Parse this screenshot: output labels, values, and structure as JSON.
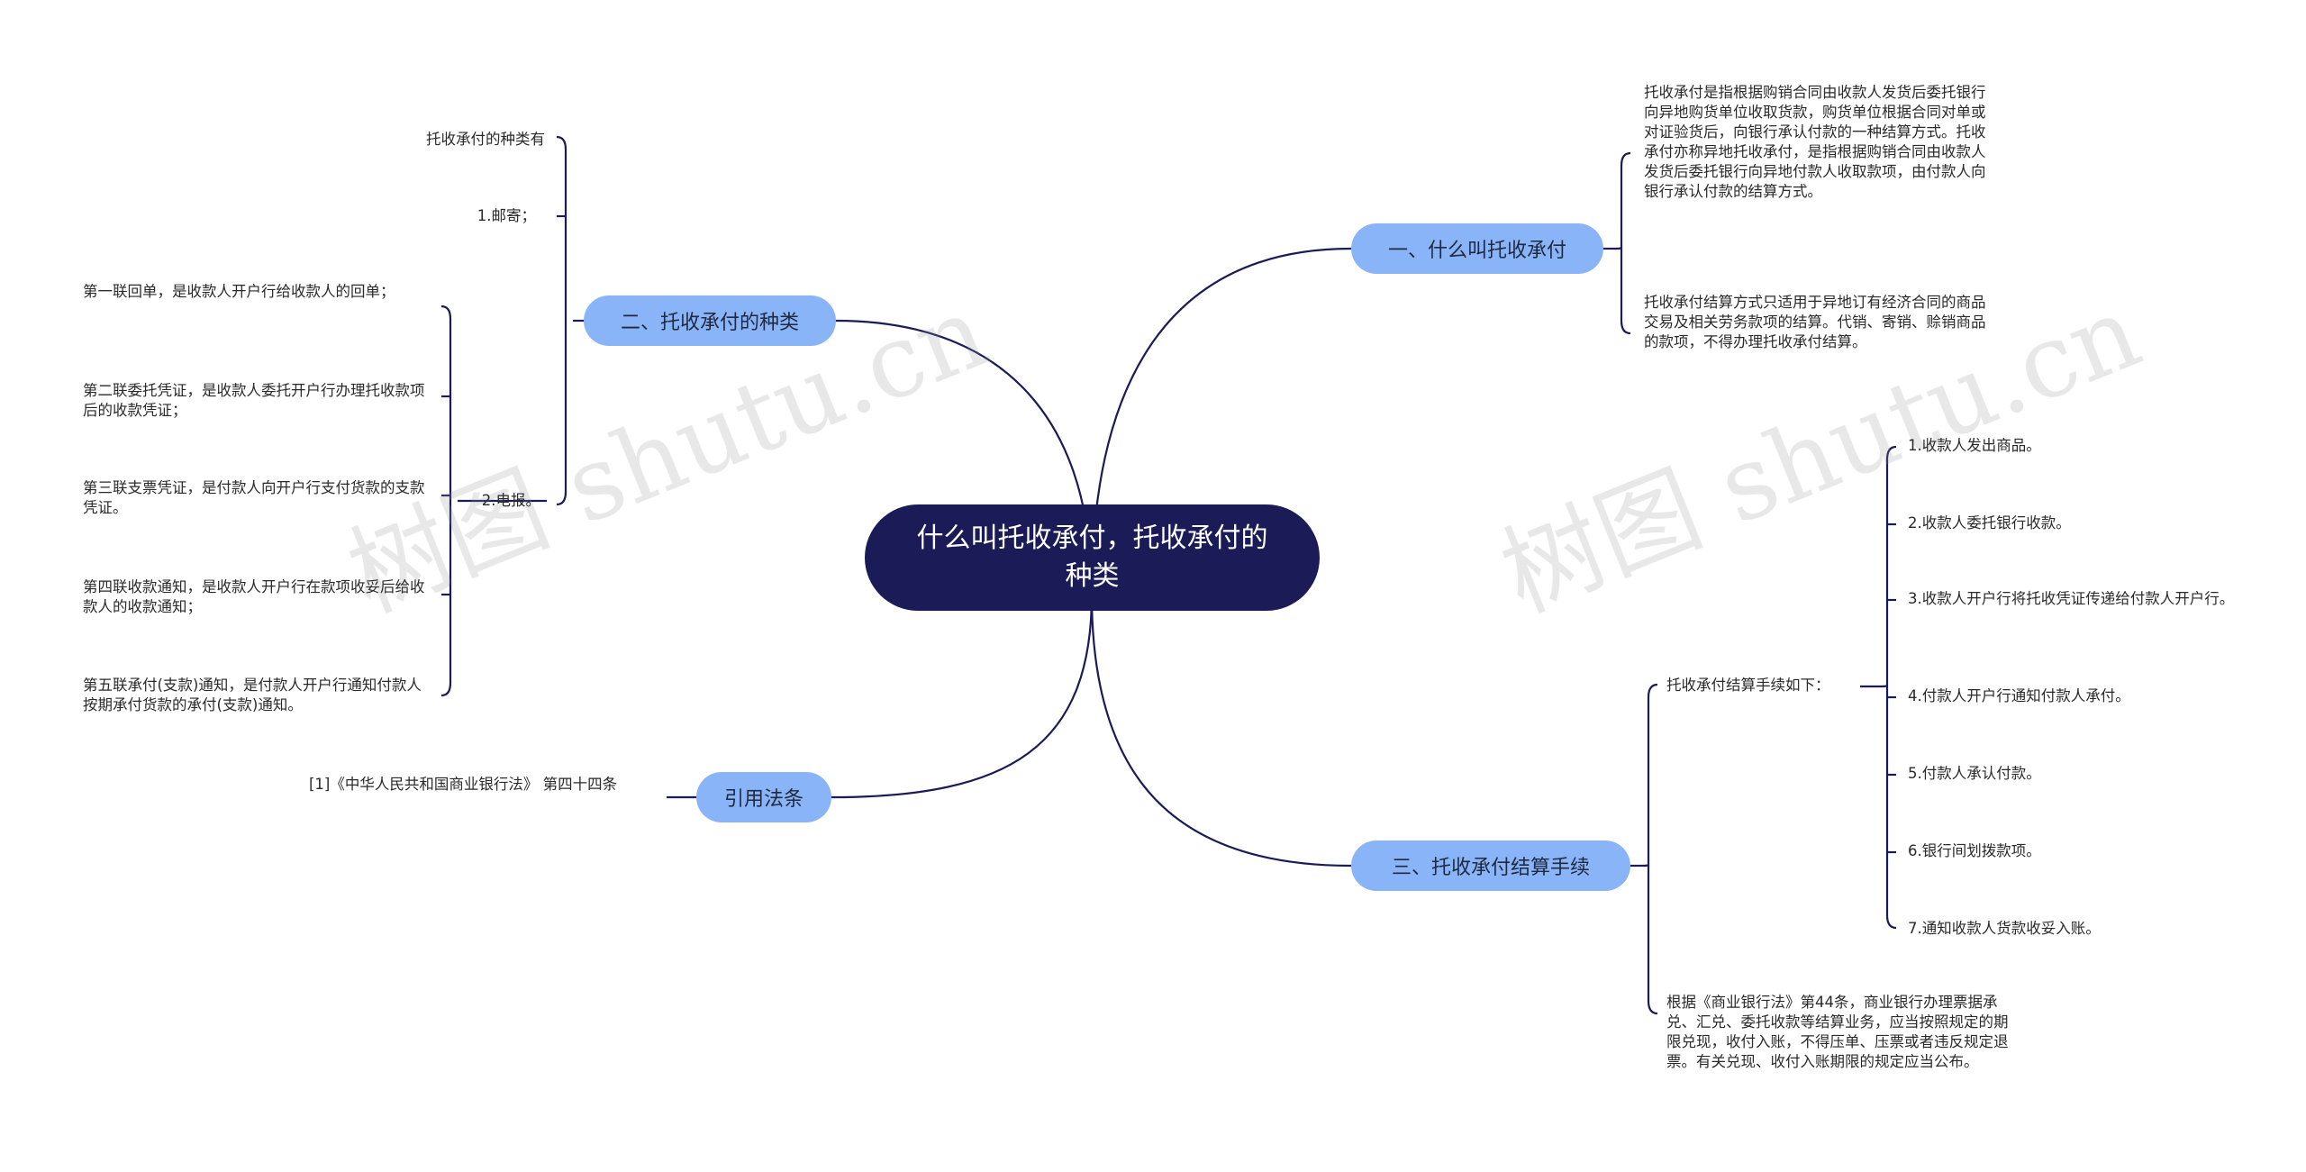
{
  "center_title": "什么叫托收承付，托收承付的种类",
  "branches": {
    "b1": "一、什么叫托收承付",
    "b2": "二、托收承付的种类",
    "b3": "三、托收承付结算手续",
    "b4": "引用法条"
  },
  "b1_leaves": [
    "托收承付是指根据购销合同由收款人发货后委托银行向异地购货单位收取货款，购货单位根据合同对单或对证验货后，向银行承认付款的一种结算方式。托收承付亦称异地托收承付，是指根据购销合同由收款人发货后委托银行向异地付款人收取款项，由付款人向银行承认付款的结算方式。",
    "托收承付结算方式只适用于异地订有经济合同的商品交易及相关劳务款项的结算。代销、寄销、赊销商品的款项，不得办理托收承付结算。"
  ],
  "b2_leaves": {
    "intro": "托收承付的种类有",
    "mail": "1.邮寄；",
    "telegraph": "2.电报。",
    "copies": [
      "第一联回单，是收款人开户行给收款人的回单；",
      "第二联委托凭证，是收款人委托开户行办理托收款项后的收款凭证；",
      "第三联支票凭证，是付款人向开户行支付货款的支款凭证。",
      "第四联收款通知，是收款人开户行在款项收妥后给收款人的收款通知；",
      "第五联承付(支款)通知，是付款人开户行通知付款人按期承付货款的承付(支款)通知。"
    ]
  },
  "b3_leaves": {
    "intro": "托收承付结算手续如下：",
    "steps": [
      "1.收款人发出商品。",
      "2.收款人委托银行收款。",
      "3.收款人开户行将托收凭证传递给付款人开户行。",
      "4.付款人开户行通知付款人承付。",
      "5.付款人承认付款。",
      "6.银行间划拨款项。",
      "7.通知收款人货款收妥入账。"
    ],
    "law_note": "根据《商业银行法》第44条，商业银行办理票据承兑、汇兑、委托收款等结算业务，应当按照规定的期限兑现，收付入账，不得压单、压票或者违反规定退票。有关兑现、收付入账期限的规定应当公布。"
  },
  "b4_leaves": [
    "[1]《中华人民共和国商业银行法》 第四十四条"
  ],
  "watermarks": [
    "树图 shutu.cn",
    "树图 shutu.cn"
  ],
  "colors": {
    "center_bg": "#1a1b57",
    "branch_bg": "#8ab4f8",
    "line": "#1a1b57"
  }
}
